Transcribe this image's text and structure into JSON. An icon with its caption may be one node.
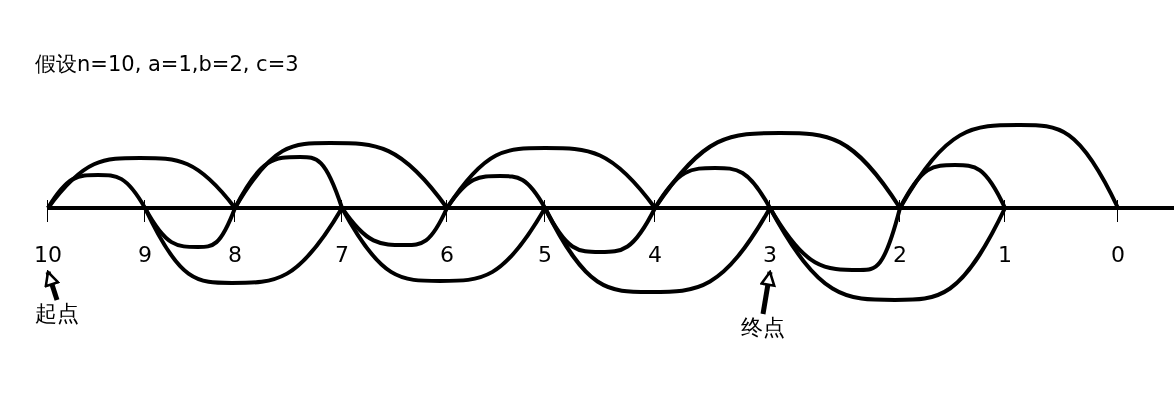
{
  "diagram": {
    "title": "假设n=10, a=1,b=2, c=3",
    "nodes": [
      {
        "text": [
          "10"
        ]
      },
      {
        "text": [
          "9"
        ]
      },
      {
        "text": [
          "8"
        ]
      },
      {
        "text": [
          "7"
        ]
      },
      {
        "text": [
          "6"
        ]
      },
      {
        "text": [
          "5"
        ]
      },
      {
        "text": [
          "4"
        ]
      },
      {
        "text": [
          "3"
        ]
      },
      {
        "text": [
          "2"
        ]
      },
      {
        "text": [
          "1"
        ]
      },
      {
        "text": [
          "0"
        ]
      },
      {
        "text": [
          "起点"
        ]
      },
      {
        "text": [
          "终点"
        ]
      }
    ],
    "edges": [
      {
        "from": 0,
        "to": 2,
        "arrow": "none"
      },
      {
        "from": 0,
        "to": 1,
        "arrow": "none"
      },
      {
        "from": 1,
        "to": 2,
        "arrow": "none"
      },
      {
        "from": 1,
        "to": 3,
        "arrow": "none"
      },
      {
        "from": 2,
        "to": 3,
        "arrow": "none"
      },
      {
        "from": 2,
        "to": 4,
        "arrow": "none"
      },
      {
        "from": 3,
        "to": 4,
        "arrow": "none"
      },
      {
        "from": 3,
        "to": 5,
        "arrow": "none"
      },
      {
        "from": 4,
        "to": 5,
        "arrow": "none"
      },
      {
        "from": 4,
        "to": 6,
        "arrow": "none"
      },
      {
        "from": 5,
        "to": 6,
        "arrow": "none"
      },
      {
        "from": 5,
        "to": 7,
        "arrow": "none"
      },
      {
        "from": 6,
        "to": 7,
        "arrow": "none"
      },
      {
        "from": 6,
        "to": 8,
        "arrow": "none"
      },
      {
        "from": 7,
        "to": 8,
        "arrow": "none"
      },
      {
        "from": 7,
        "to": 9,
        "arrow": "none"
      },
      {
        "from": 8,
        "to": 9,
        "arrow": "none"
      },
      {
        "from": 8,
        "to": 10,
        "arrow": "none"
      },
      {
        "from": 11,
        "to": 0,
        "arrow": "to"
      },
      {
        "from": 12,
        "to": 7,
        "arrow": "to"
      }
    ]
  }
}
